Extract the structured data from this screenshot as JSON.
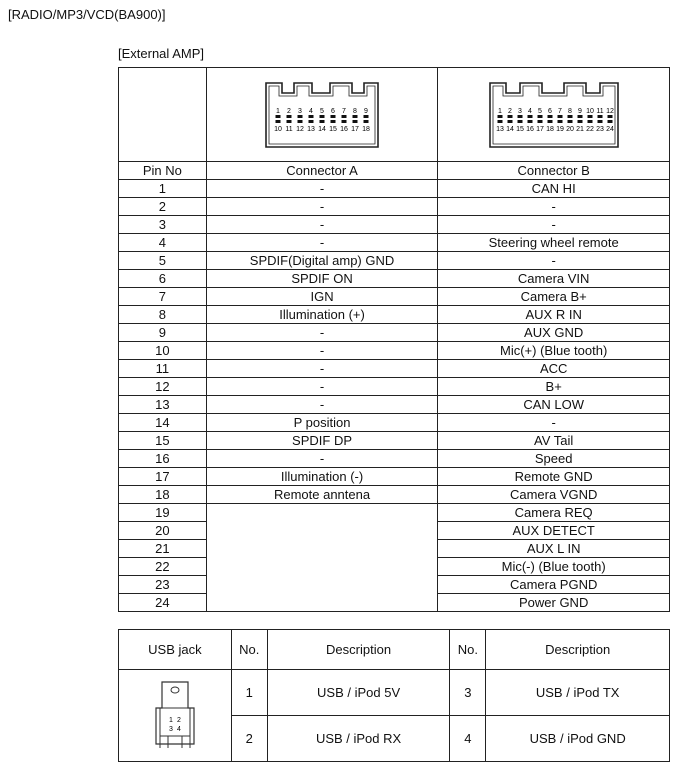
{
  "page": {
    "title": "[RADIO/MP3/VCD(BA900)]",
    "section": "[External AMP]"
  },
  "connectors": {
    "a_label": "Connector A",
    "b_label": "Connector B",
    "a_pins_top": [
      "1",
      "2",
      "3",
      "4",
      "5",
      "6",
      "7",
      "8",
      "9"
    ],
    "a_pins_bottom": [
      "10",
      "11",
      "12",
      "13",
      "14",
      "15",
      "16",
      "17",
      "18"
    ],
    "b_pins_top": [
      "1",
      "2",
      "3",
      "4",
      "5",
      "6",
      "7",
      "8",
      "9",
      "10",
      "11",
      "12"
    ],
    "b_pins_bottom": [
      "13",
      "14",
      "15",
      "16",
      "17",
      "18",
      "19",
      "20",
      "21",
      "22",
      "23",
      "24"
    ]
  },
  "pin_table": {
    "headers": [
      "Pin No",
      "Connector A",
      "Connector B"
    ],
    "rows": [
      {
        "pin": "1",
        "a": "-",
        "b": "CAN HI"
      },
      {
        "pin": "2",
        "a": "-",
        "b": "-"
      },
      {
        "pin": "3",
        "a": "-",
        "b": "-"
      },
      {
        "pin": "4",
        "a": "-",
        "b": "Steering wheel remote"
      },
      {
        "pin": "5",
        "a": "SPDIF(Digital amp) GND",
        "b": "-"
      },
      {
        "pin": "6",
        "a": "SPDIF ON",
        "b": "Camera VIN"
      },
      {
        "pin": "7",
        "a": "IGN",
        "b": "Camera B+"
      },
      {
        "pin": "8",
        "a": "Illumination (+)",
        "b": "AUX R IN"
      },
      {
        "pin": "9",
        "a": "-",
        "b": "AUX GND"
      },
      {
        "pin": "10",
        "a": "-",
        "b": "Mic(+) (Blue tooth)"
      },
      {
        "pin": "11",
        "a": "-",
        "b": "ACC"
      },
      {
        "pin": "12",
        "a": "-",
        "b": "B+"
      },
      {
        "pin": "13",
        "a": "-",
        "b": "CAN LOW"
      },
      {
        "pin": "14",
        "a": "P position",
        "b": "-"
      },
      {
        "pin": "15",
        "a": "SPDIF DP",
        "b": "AV Tail"
      },
      {
        "pin": "16",
        "a": "-",
        "b": "Speed"
      },
      {
        "pin": "17",
        "a": "Illumination (-)",
        "b": "Remote GND"
      },
      {
        "pin": "18",
        "a": "Remote anntena",
        "b": "Camera VGND"
      },
      {
        "pin": "19",
        "b": "Camera REQ"
      },
      {
        "pin": "20",
        "b": "AUX DETECT"
      },
      {
        "pin": "21",
        "b": "AUX L IN"
      },
      {
        "pin": "22",
        "b": "Mic(-) (Blue tooth)"
      },
      {
        "pin": "23",
        "b": "Camera PGND"
      },
      {
        "pin": "24",
        "b": "Power GND"
      }
    ]
  },
  "usb_table": {
    "headers": [
      "USB jack",
      "No.",
      "Description",
      "No.",
      "Description"
    ],
    "jack_pins": [
      "1",
      "2",
      "3",
      "4"
    ],
    "rows": [
      {
        "no1": "1",
        "desc1": "USB / iPod 5V",
        "no2": "3",
        "desc2": "USB / iPod TX"
      },
      {
        "no1": "2",
        "desc1": "USB / iPod RX",
        "no2": "4",
        "desc2": "USB / iPod GND"
      }
    ]
  }
}
